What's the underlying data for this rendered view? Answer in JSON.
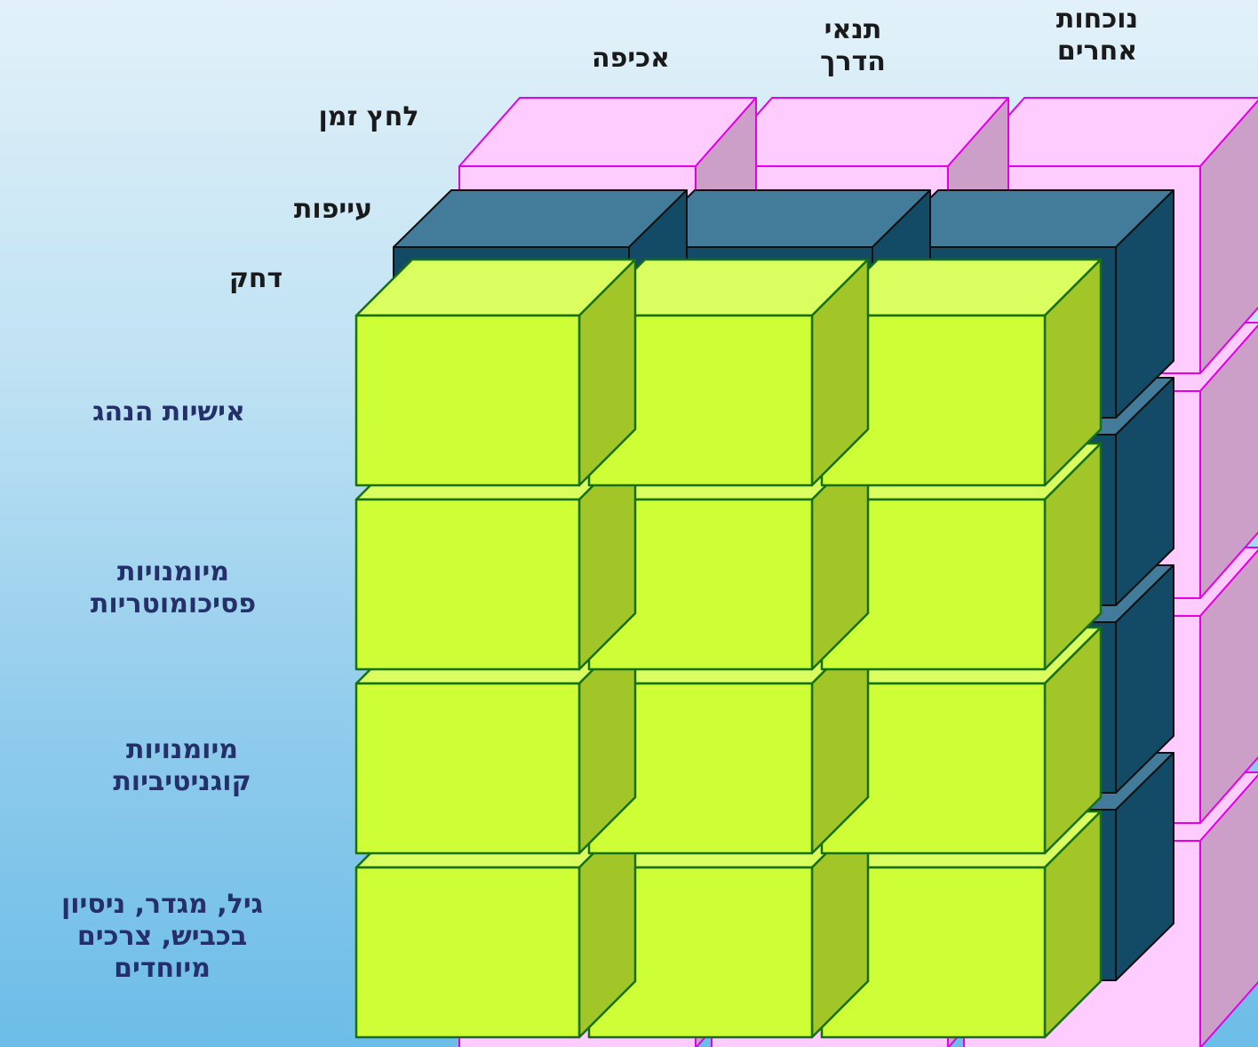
{
  "colors": {
    "back_layer": "#ffccff",
    "back_layer_side": "#cc9fc9",
    "back_layer_stroke": "#e400e4",
    "middle_layer": "#134a66",
    "middle_layer_top": "#427c9a",
    "middle_layer_stroke": "#101010",
    "front_layer": "#cdfe36",
    "front_layer_top": "#dafe60",
    "front_layer_side": "#a2c628",
    "front_layer_stroke": "#166f10",
    "label_dark": "#1a1a1a",
    "label_navy": "#25306b"
  },
  "diagram": {
    "columns": [
      "אכיפה",
      "תנאי\nהדרך",
      "נוכחות\nאחרים"
    ],
    "depth_layers": [
      "לחץ זמן",
      "עייפות",
      "דחק"
    ],
    "rows": [
      "אישיות הנהג",
      "מיומנויות\nפסיכומוטריות",
      "מיומנויות\nקוגניטיביות",
      "גיל, מגדר, ניסיון\nבכביש, צרכים\nמיוחדים"
    ]
  }
}
